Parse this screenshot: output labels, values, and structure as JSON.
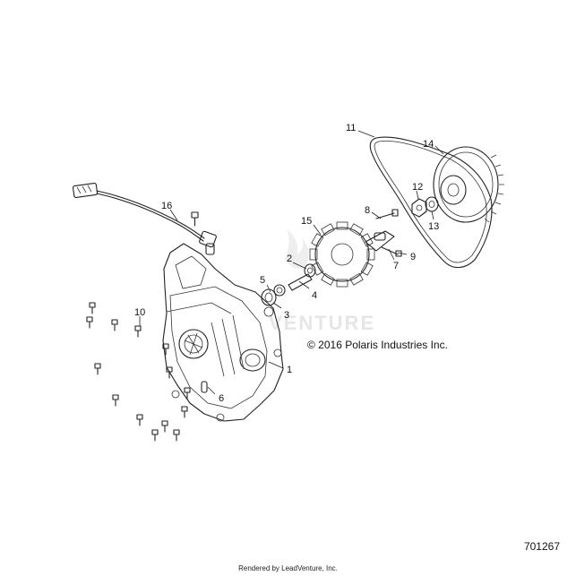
{
  "copyright": "© 2016 Polaris Industries Inc.",
  "diagram_number": "701267",
  "render_credit": "Rendered by LeadVenture, Inc.",
  "watermark_text": "VENTURE",
  "callouts": [
    "1",
    "2",
    "3",
    "4",
    "5",
    "6",
    "7",
    "8",
    "9",
    "10",
    "11",
    "12",
    "13",
    "14",
    "15",
    "16"
  ],
  "colors": {
    "ink": "#222222",
    "watermark": "#e6e6e6",
    "background": "#ffffff"
  }
}
